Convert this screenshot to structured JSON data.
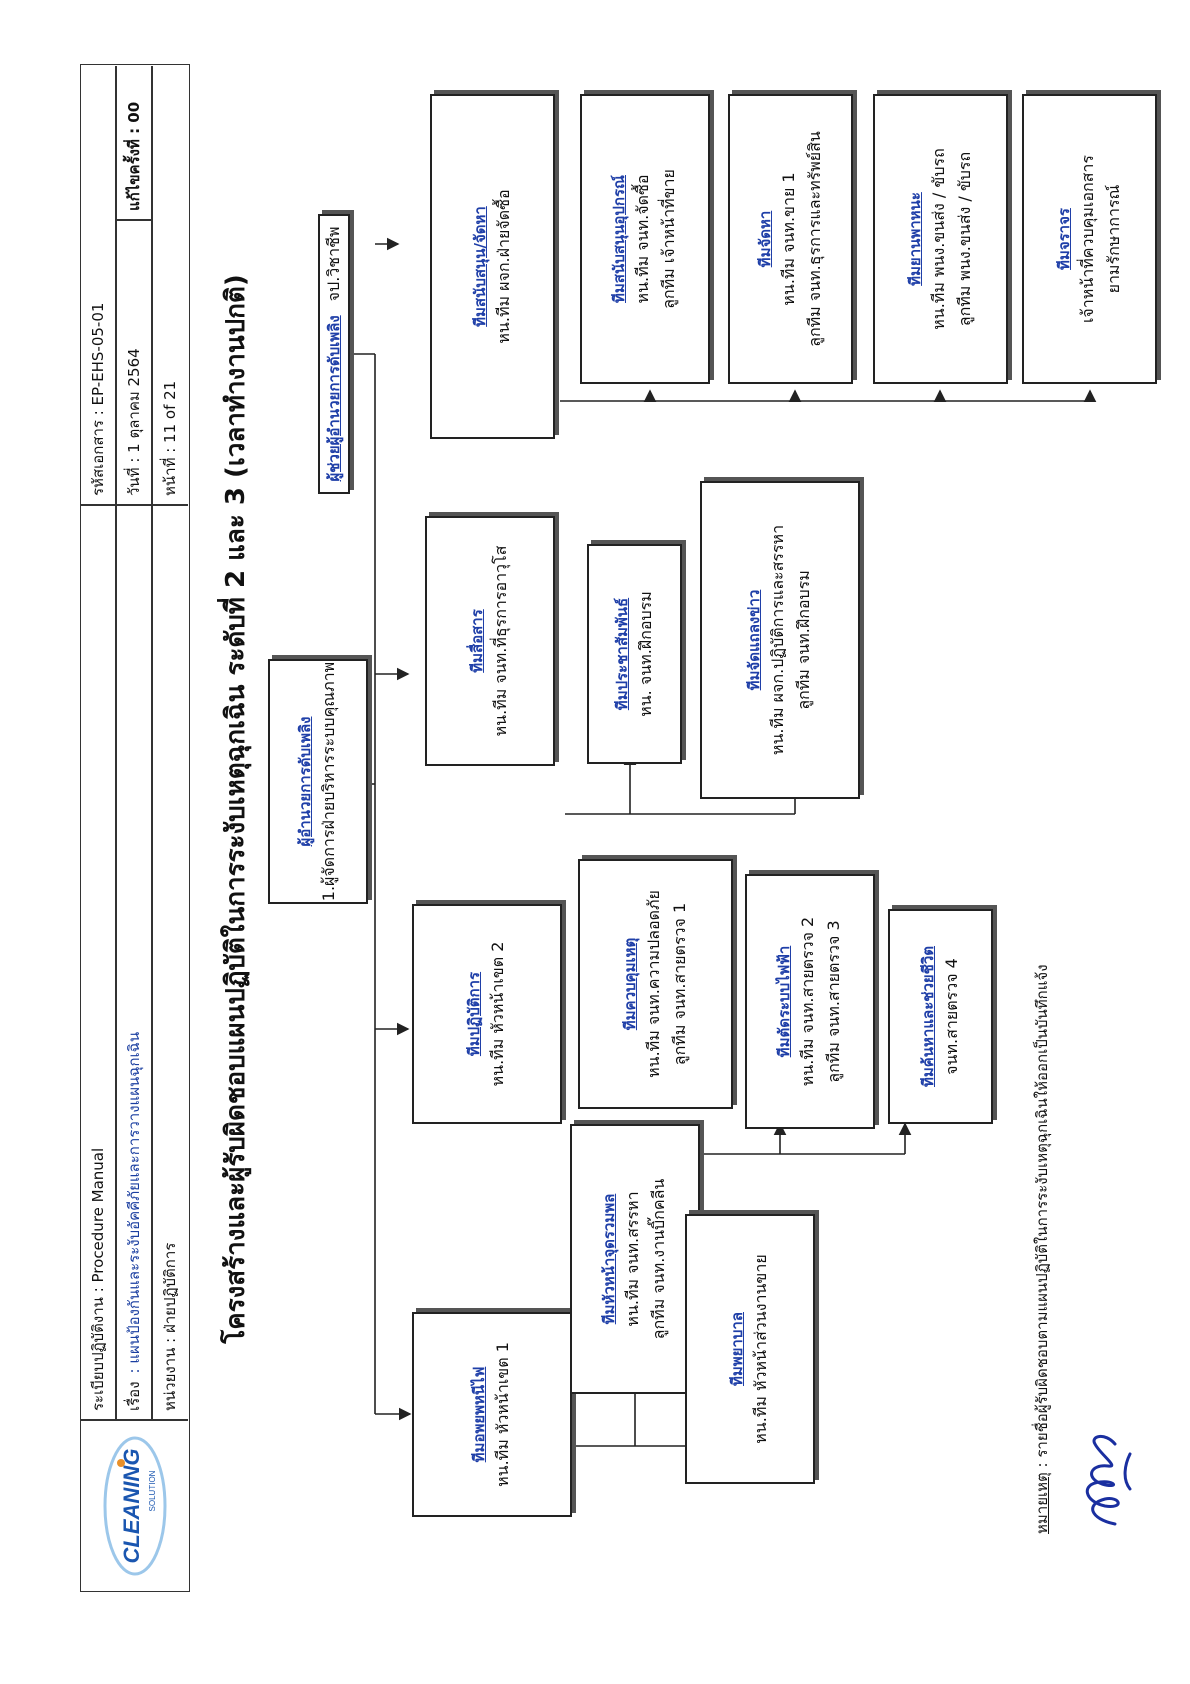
{
  "header": {
    "logo_text": "CLEANING",
    "logo_sub": "SOLUTION",
    "manual_label": "ระเบียบปฏิบัติงาน : Procedure Manual",
    "subject_prefix": "เรื่อง",
    "subject": ": แผนป้องกันและระงับอัคคีภัยและการวางแผนฉุกเฉิน",
    "dept": "หน่วยงาน  : ฝ่ายปฏิบัติการ",
    "doc_code": "รหัสเอกสาร : EP-EHS-05-01",
    "date": "วันที่ : 1 ตุลาคม 2564",
    "revision": "แก้ไขครั้งที่ : 00",
    "page": "หน้าที่  :   11 of 21"
  },
  "title": "โครงสร้างและผู้รับผิดชอบแผนปฏิบัติในการระงับเหตุฉุกเฉิน  ระดับที่ 2 และ 3 (เวลาทำงานปกติ)",
  "commander": {
    "title": "ผู้อำนวยการดับเพลิง",
    "line1": "1.ผู้จัดการฝ่ายบริหารระบบคุณภาพ"
  },
  "assistant": {
    "title": "ผู้ช่วยผู้อำนวยการดับเพลิง",
    "line1": "จป.วิชาชีพ"
  },
  "teams": [
    {
      "title": "ทีมอพยพหนีไฟ",
      "l1": "หน.ทีม  หัวหน้าเขต 1",
      "l2": ""
    },
    {
      "title": "ทีมหัวหน้าจุดรวมพล",
      "l1": "หน.ทีม   จนท.สรรหา",
      "l2": "ลูกทีม จนท.งานบิ๊กคลีน"
    },
    {
      "title": "ทีมพยาบาล",
      "l1": "หน.ทีม  หัวหน้าส่วนงานขาย",
      "l2": ""
    },
    {
      "title": "ทีมปฏิบัติการ",
      "l1": "หน.ทีม  หัวหน้าเขต 2",
      "l2": ""
    },
    {
      "title": "ทีมควบคุมเหตุ",
      "l1": "หน.ทีม  จนท.ความปลอดภัย",
      "l2": "ลูกทีม จนท.สายตรวจ 1"
    },
    {
      "title": "ทีมตัดระบบไฟฟ้า",
      "l1": "หน.ทีม  จนท.สายตรวจ 2",
      "l2": "ลูกทีม จนท.สายตรวจ 3"
    },
    {
      "title": "ทีมค้นหาและช่วยชีวิต",
      "l1": "จนท.สายตรวจ 4",
      "l2": ""
    },
    {
      "title": "ทีมสื่อสาร",
      "l1": "หน.ทีม  จนท.ที่ธุรการอาวุโส",
      "l2": ""
    },
    {
      "title": "ทีมประชาสัมพันธ์",
      "l1": "หน.  จนท.ฝึกอบรม",
      "l2": ""
    },
    {
      "title": "ทีมจัดแถลงข่าว",
      "l1": "หน.ทีม  ผจก.ปฏิบัติการและสรรหา",
      "l2": "ลูกทีม จนท.ฝึกอบรม"
    },
    {
      "title": "ทีมสนับสนุน/จัดหา",
      "l1": "หน.ทีม  ผจก.ฝ่ายจัดซื้อ",
      "l2": ""
    },
    {
      "title": "ทีมสนับสนุนอุปกรณ์",
      "l1": "หน.ทีม  จนท.จัดซื้อ",
      "l2": "ลูกทีม เจ้าหน้าที่ขาย"
    },
    {
      "title": "ทีมจัดหา",
      "l1": "หน.ทีม  จนท.ขาย 1",
      "l2": "ลูกทีม  จนท.ธุรการและทรัพย์สิน"
    },
    {
      "title": "ทีมยานพาหนะ",
      "l1": "หน.ทีม  พนง.ขนส่ง / ขับรถ",
      "l2": "ลูกทีม พนง.ขนส่ง / ขับรถ"
    },
    {
      "title": "ทีมจราจร",
      "l1": "เจ้าหน้าที่ควบคุมเอกสาร",
      "l2": "ยามรักษาการณ์"
    }
  ],
  "note": {
    "label": "หมายเหตุ",
    "text": " : รายชื่อผู้รับผิดชอบตามแผนปฏิบัติในการระงับเหตุฉุกเฉินให้ออกเป็นบันทึกแจ้ง"
  },
  "colors": {
    "team_title": "#1f3fa8",
    "logo_blue": "#1a56b0",
    "logo_orange": "#e8902a",
    "signature": "#1a2fa0"
  }
}
